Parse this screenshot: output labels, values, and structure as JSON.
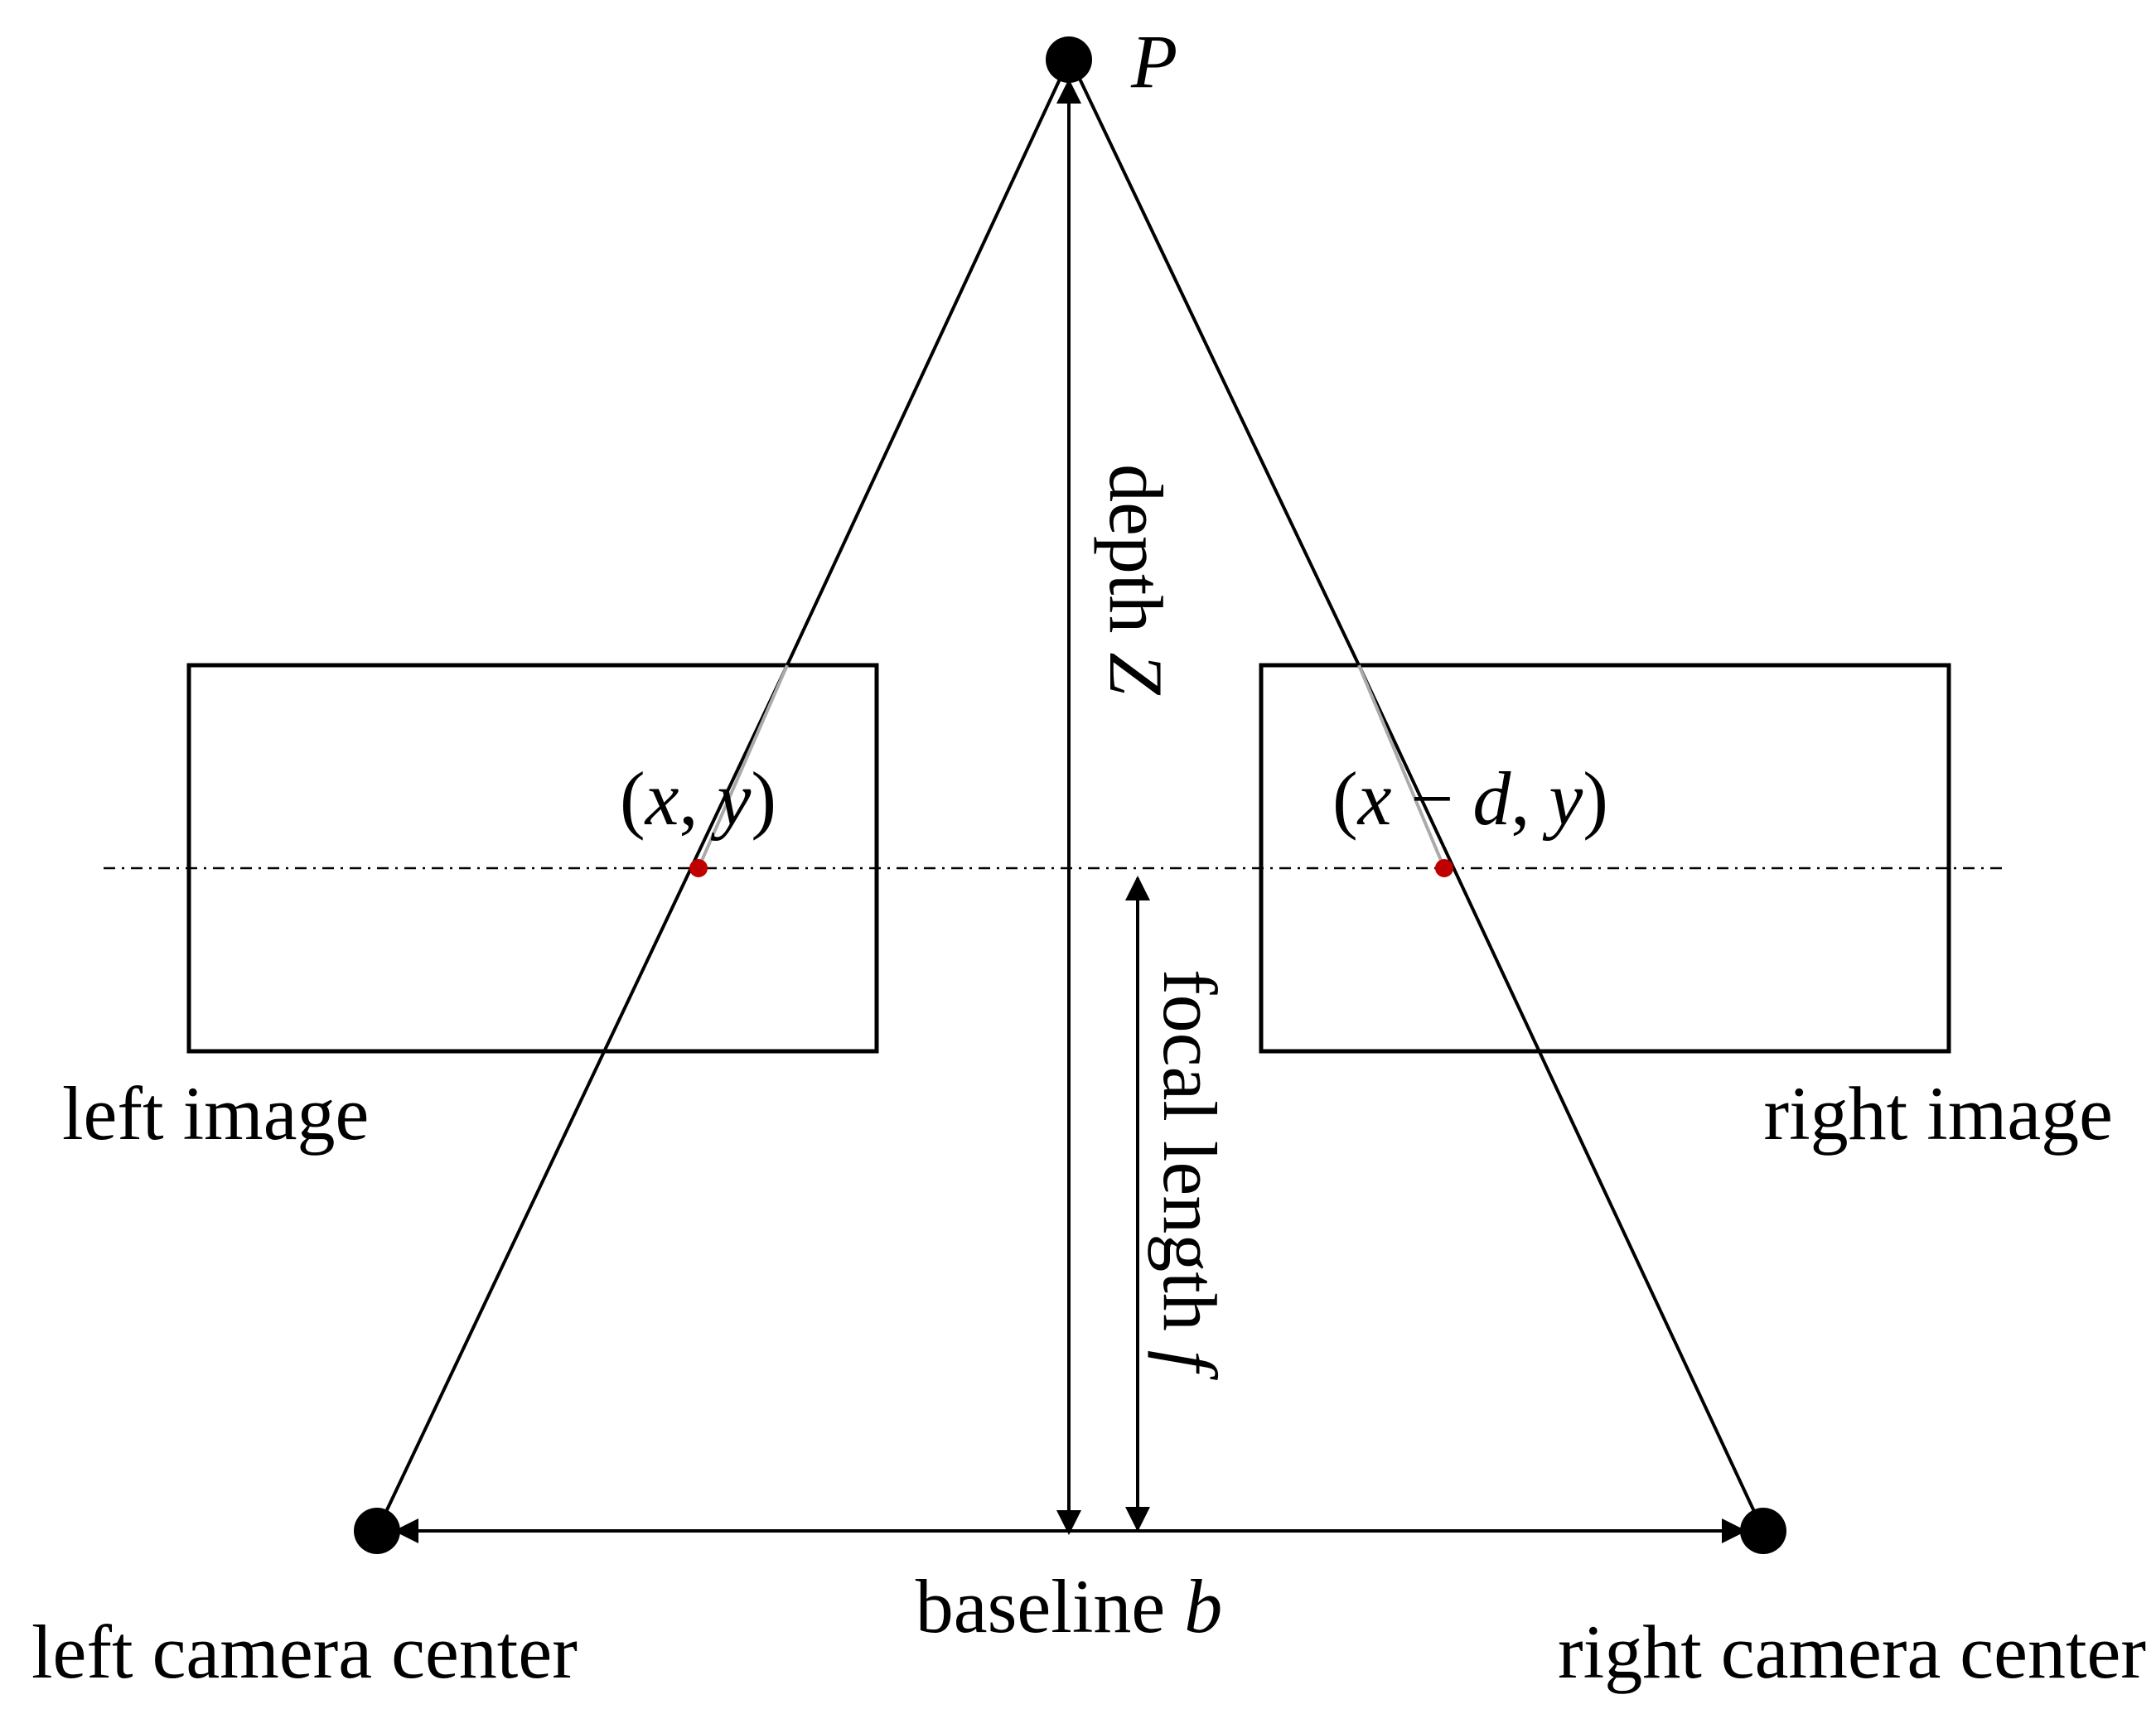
{
  "diagram": {
    "point_label": "P",
    "depth_label": {
      "text": "depth ",
      "var": "Z"
    },
    "focal_label": {
      "text": "focal length ",
      "var": "f"
    },
    "baseline_label": {
      "text": "baseline ",
      "var": "b"
    },
    "left_image_label": "left image",
    "right_image_label": "right image",
    "left_camera_label": "left camera center",
    "right_camera_label": "right camera center",
    "left_point": {
      "open": "(",
      "x": "x",
      "sep": ", ",
      "y": "y",
      "close": ")"
    },
    "right_point": {
      "open": "(",
      "x": "x",
      "minus": " − ",
      "d": "d",
      "sep": ", ",
      "y": "y",
      "close": ")"
    },
    "colors": {
      "line": "#000000",
      "highlight": "#c00000",
      "inside_segment": "#aaaaaa"
    }
  }
}
